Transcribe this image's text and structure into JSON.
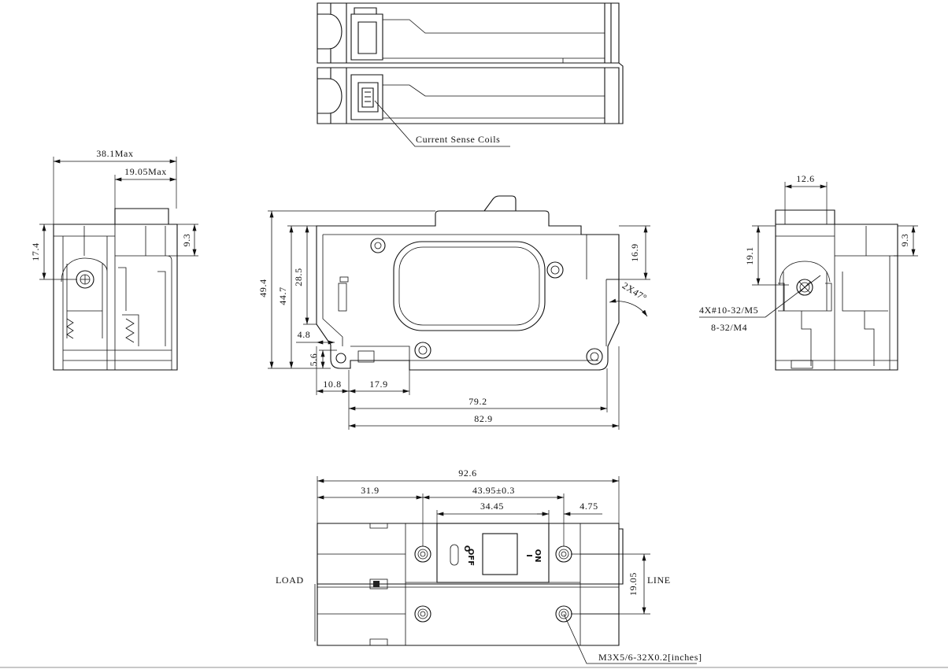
{
  "top_view": {
    "callout": "Current Sense Coils"
  },
  "left_view": {
    "dim_overall_width": "38.1Max",
    "dim_module_width": "19.05Max",
    "dim_hole_height": "17.4",
    "dim_handle_height": "9.3"
  },
  "front_view": {
    "dim_overall_height": "49.4",
    "dim_body_height": "44.7",
    "dim_flange_height": "28.5",
    "dim_right_height": "16.9",
    "dim_angle": "2X47°",
    "dim_slot_offset": "4.8",
    "dim_hole_offset": "5.6",
    "dim_left_offset": "10.8",
    "dim_bracket_width": "17.9",
    "dim_hole_spacing": "79.2",
    "dim_overall_length": "82.9"
  },
  "right_view": {
    "dim_handle_width": "12.6",
    "dim_hole_height": "19.1",
    "dim_handle_height": "9.3",
    "thread_callout": "4X#10-32/M5",
    "thread_callout_alt": "8-32/M4"
  },
  "bottom_view": {
    "dim_overall_length": "92.6",
    "dim_load_offset": "31.9",
    "dim_hole_spacing": "43.95±0.3",
    "dim_switch_width": "34.45",
    "dim_right_offset": "4.75",
    "dim_module_pitch": "19.05",
    "load_label": "LOAD",
    "line_label": "LINE",
    "off_symbol": "O",
    "off_label": "OFF",
    "on_symbol": "I",
    "on_label": "ON",
    "screw_callout": "M3X5/6-32X0.2[inches]"
  }
}
